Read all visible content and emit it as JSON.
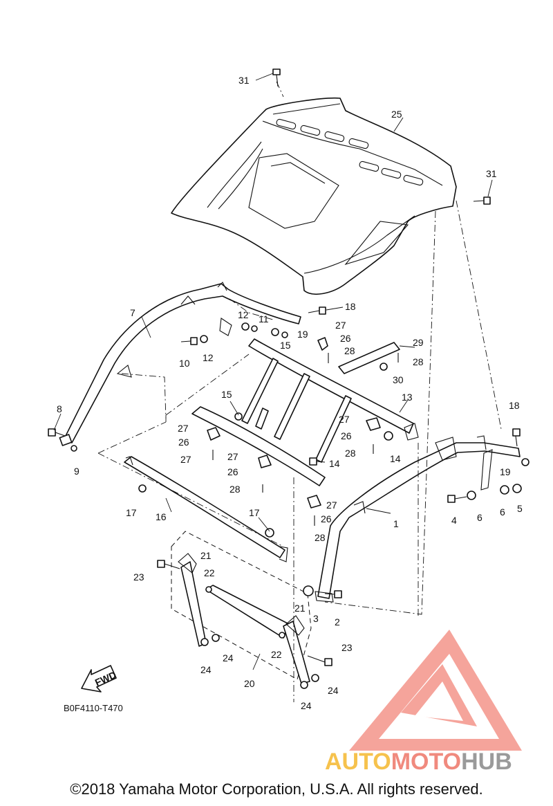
{
  "diagram": {
    "part_labels": [
      "1",
      "2",
      "3",
      "4",
      "5",
      "6",
      "6",
      "7",
      "8",
      "9",
      "10",
      "11",
      "12",
      "12",
      "13",
      "14",
      "14",
      "15",
      "15",
      "16",
      "17",
      "17",
      "18",
      "18",
      "19",
      "19",
      "20",
      "21",
      "21",
      "22",
      "22",
      "23",
      "23",
      "24",
      "24",
      "24",
      "24",
      "25",
      "26",
      "26",
      "26",
      "26",
      "27",
      "27",
      "27",
      "27",
      "28",
      "28",
      "28",
      "28",
      "28",
      "29",
      "30",
      "31",
      "31"
    ],
    "fwd_label": "FWD",
    "drawing_code": "B0F4110-T470"
  },
  "watermark": {
    "brand_part1": "AUTO",
    "brand_part2": "MOTO",
    "brand_part3": "HUB",
    "colors": {
      "gold": "#f6c24d",
      "coral": "#f08a7e",
      "gray": "#9a9a9a"
    }
  },
  "footer": {
    "copyright": "©2018 Yamaha Motor Corporation, U.S.A. All rights reserved."
  }
}
